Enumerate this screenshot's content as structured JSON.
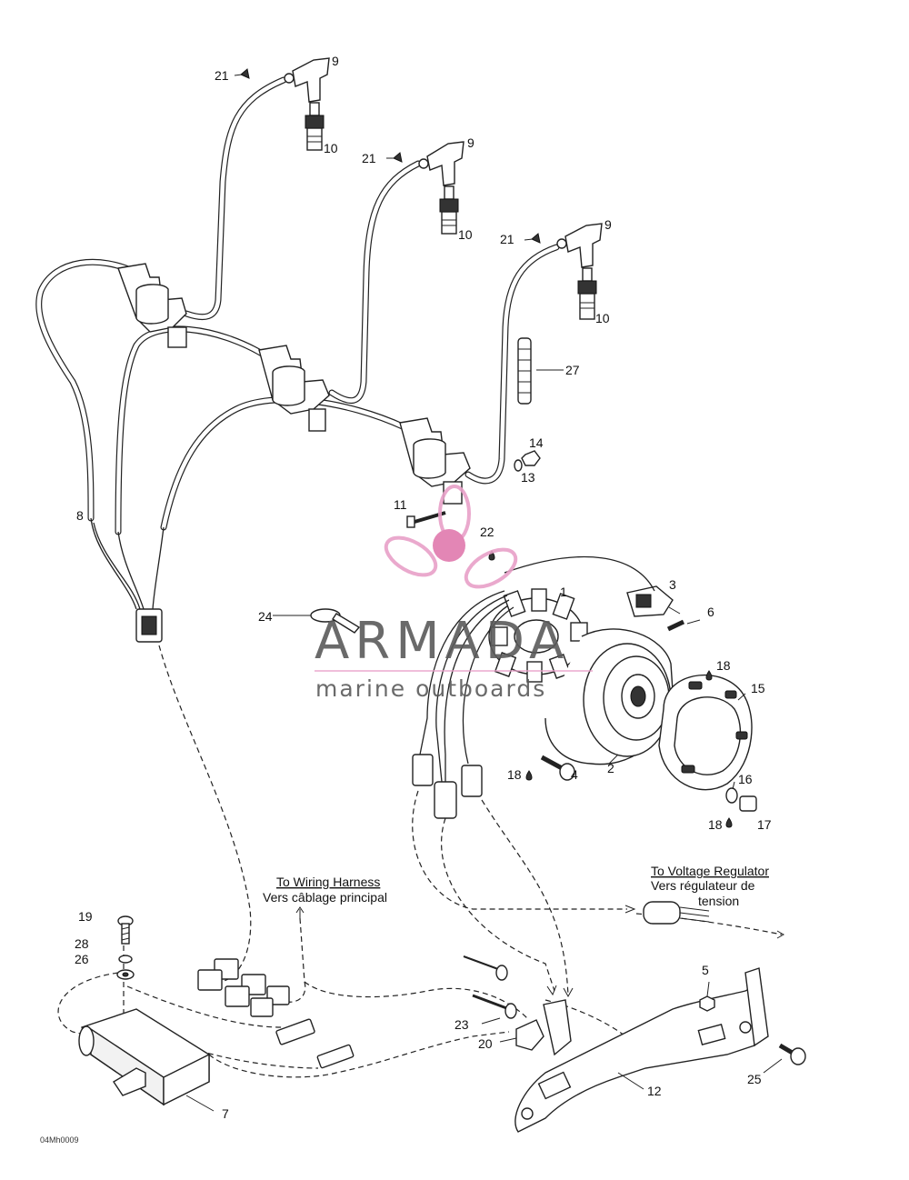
{
  "diagram": {
    "callouts": [
      {
        "id": "c21a",
        "text": "21"
      },
      {
        "id": "c9a",
        "text": "9"
      },
      {
        "id": "c10a",
        "text": "10"
      },
      {
        "id": "c21b",
        "text": "21"
      },
      {
        "id": "c9b",
        "text": "9"
      },
      {
        "id": "c10b",
        "text": "10"
      },
      {
        "id": "c21c",
        "text": "21"
      },
      {
        "id": "c9c",
        "text": "9"
      },
      {
        "id": "c10c",
        "text": "10"
      },
      {
        "id": "c27",
        "text": "27"
      },
      {
        "id": "c14",
        "text": "14"
      },
      {
        "id": "c13",
        "text": "13"
      },
      {
        "id": "c11",
        "text": "11"
      },
      {
        "id": "c8",
        "text": "8"
      },
      {
        "id": "c22",
        "text": "22"
      },
      {
        "id": "c3",
        "text": "3"
      },
      {
        "id": "c1",
        "text": "1"
      },
      {
        "id": "c24",
        "text": "24"
      },
      {
        "id": "c6",
        "text": "6"
      },
      {
        "id": "c18a",
        "text": "18"
      },
      {
        "id": "c15",
        "text": "15"
      },
      {
        "id": "c18b",
        "text": "18"
      },
      {
        "id": "c4",
        "text": "4"
      },
      {
        "id": "c2",
        "text": "2"
      },
      {
        "id": "c16",
        "text": "16"
      },
      {
        "id": "c18c",
        "text": "18"
      },
      {
        "id": "c17",
        "text": "17"
      },
      {
        "id": "c19",
        "text": "19"
      },
      {
        "id": "c28",
        "text": "28"
      },
      {
        "id": "c26",
        "text": "26"
      },
      {
        "id": "c5",
        "text": "5"
      },
      {
        "id": "c23",
        "text": "23"
      },
      {
        "id": "c20",
        "text": "20"
      },
      {
        "id": "c12",
        "text": "12"
      },
      {
        "id": "c25",
        "text": "25"
      },
      {
        "id": "c7",
        "text": "7"
      }
    ],
    "notes": {
      "wiring_harness_en": "To Wiring Harness",
      "wiring_harness_fr": "Vers câblage principal",
      "voltage_regulator_en": "To Voltage Regulator",
      "voltage_regulator_fr_1": "Vers régulateur de",
      "voltage_regulator_fr_2": "tension"
    },
    "footer_code": "04Mh0009"
  },
  "watermark": {
    "brand": "ARMADA",
    "tagline": "marine outboards",
    "logo_color": "#e8a0c8",
    "logo_center_color": "#e07aae",
    "text_color": "#5a5a5a"
  }
}
